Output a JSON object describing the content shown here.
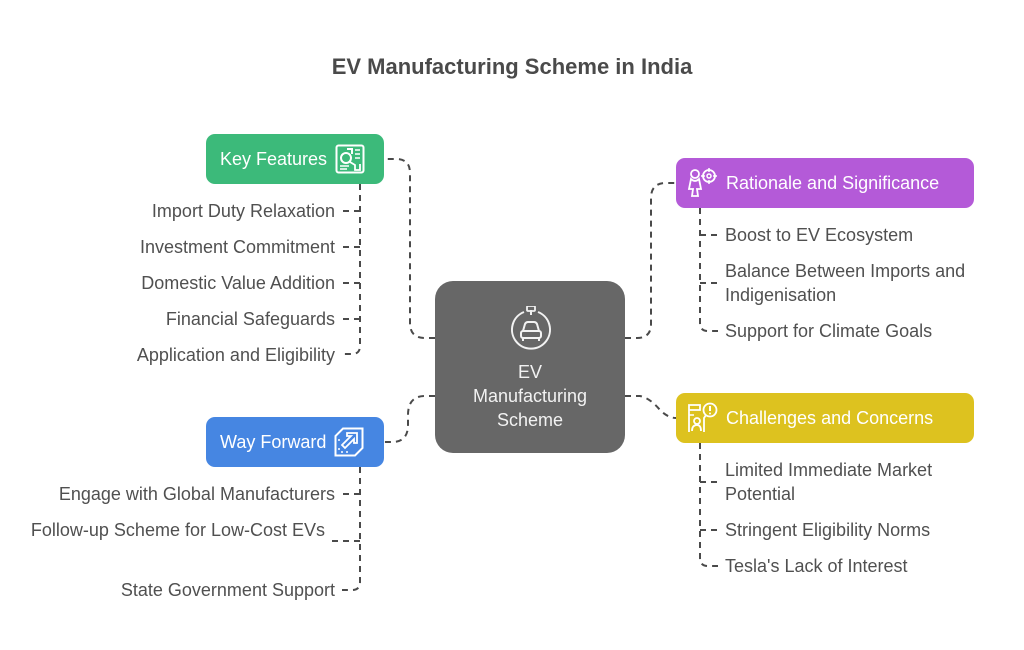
{
  "title": "EV Manufacturing Scheme in India",
  "center": {
    "label_lines": [
      "EV",
      "Manufacturing",
      "Scheme"
    ],
    "icon": "ev-charging-car-icon",
    "color": "#676767"
  },
  "topics": [
    {
      "id": "key-features",
      "label": "Key Features",
      "icon": "features-document-icon",
      "color": "#3cba7a",
      "side": "left",
      "items": [
        "Import Duty Relaxation",
        "Investment Commitment",
        "Domestic Value Addition",
        "Financial Safeguards",
        "Application and Eligibility"
      ]
    },
    {
      "id": "rationale-and-significance",
      "label": "Rationale and Significance",
      "icon": "person-target-icon",
      "color": "#b45ad8",
      "side": "right",
      "items": [
        "Boost to EV Ecosystem",
        "Balance Between Imports and Indigenisation",
        "Support for Climate Goals"
      ]
    },
    {
      "id": "way-forward",
      "label": "Way Forward",
      "icon": "arrow-forward-icon",
      "color": "#4686e2",
      "side": "left",
      "items": [
        "Engage with Global Manufacturers",
        "Follow-up Scheme for Low-Cost EVs",
        "State Government Support"
      ]
    },
    {
      "id": "challenges-and-concerns",
      "label": "Challenges and Concerns",
      "icon": "person-alert-icon",
      "color": "#ddc21f",
      "side": "right",
      "items": [
        "Limited Immediate Market Potential",
        "Stringent Eligibility Norms",
        "Tesla's Lack of Interest"
      ]
    }
  ]
}
